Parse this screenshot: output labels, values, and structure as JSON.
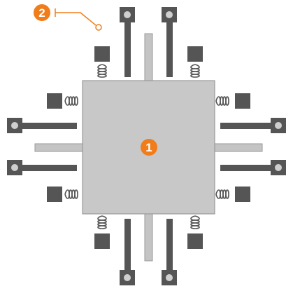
{
  "diagram": {
    "callouts": [
      {
        "id": "1",
        "label": "1",
        "target": "central-mass"
      },
      {
        "id": "2",
        "label": "2",
        "target": "anchor-point"
      }
    ],
    "colors": {
      "mass_fill": "#c8c8c8",
      "mass_stroke": "#9a9a9a",
      "anchor_dark": "#555555",
      "anchor_light": "#cfcfcf",
      "electrode_fill": "#c4c4c4",
      "spring_stroke": "#555555",
      "callout_orange": "#f07d1a"
    }
  }
}
